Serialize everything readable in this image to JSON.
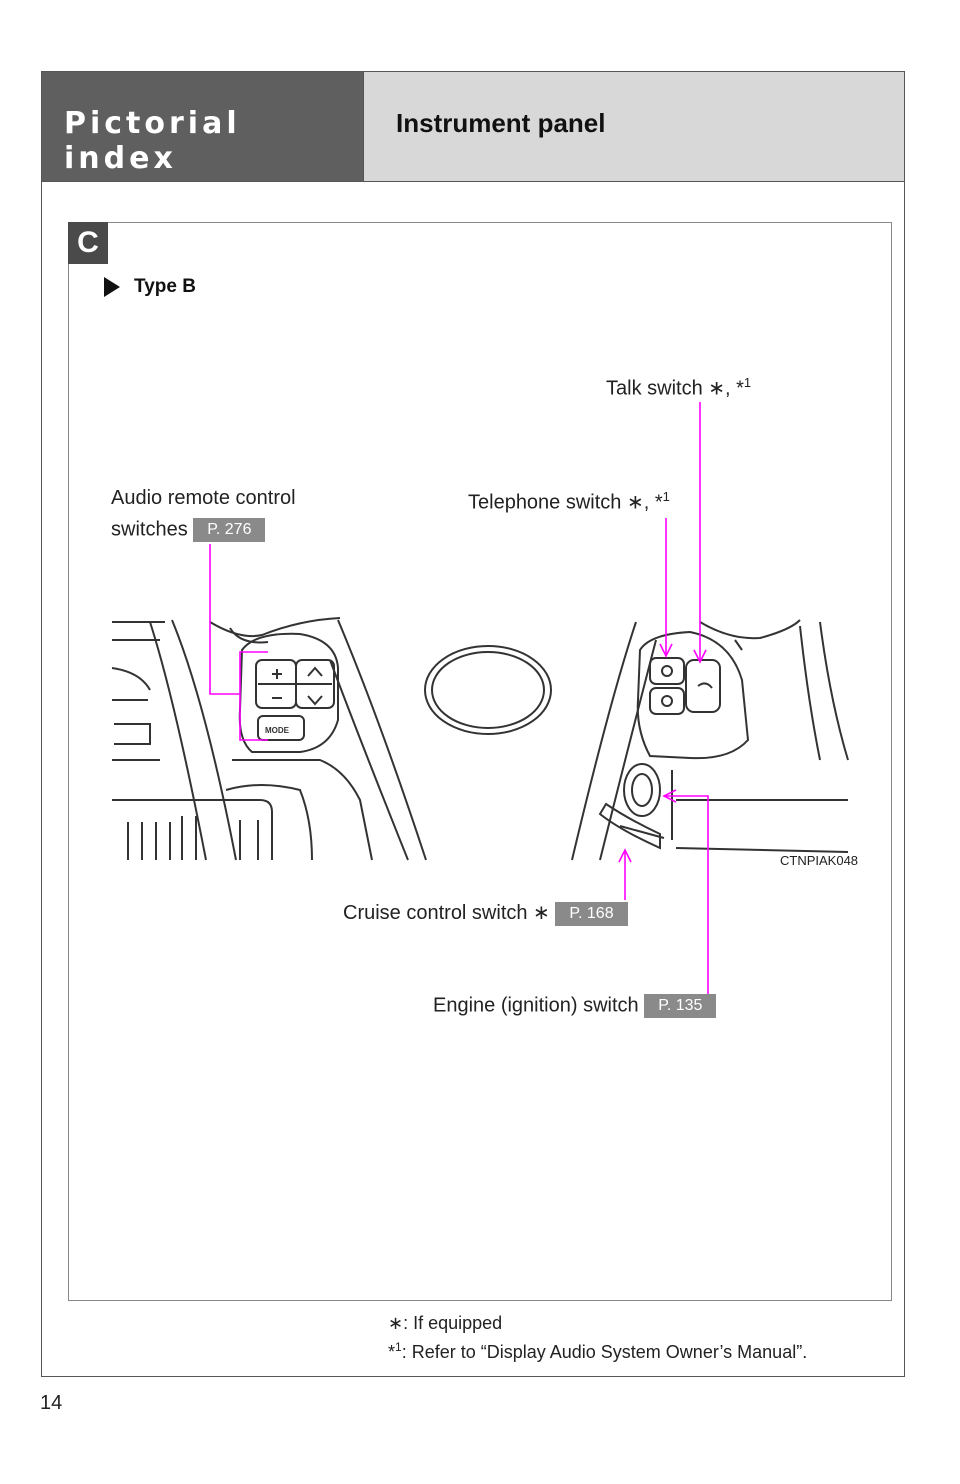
{
  "header": {
    "section": "Pictorial index",
    "title": "Instrument panel"
  },
  "section_badge": "C",
  "type_label": "Type B",
  "callouts": {
    "audio_line1": "Audio remote control",
    "audio_line2": "switches",
    "audio_ref": "P. 276",
    "talk": "Talk switch ∗, *",
    "talk_sup": "1",
    "telephone": "Telephone switch ∗, *",
    "telephone_sup": "1",
    "cruise": "Cruise control switch ∗",
    "cruise_ref": "P. 168",
    "engine": "Engine (ignition) switch",
    "engine_ref": "P. 135"
  },
  "figure_code": "CTNPIAK048",
  "button_mode": "MODE",
  "footnotes": {
    "equipped": "∗: If equipped",
    "ref_prefix": "*",
    "ref_sup": "1",
    "ref_text": ": Refer to “Display Audio System Owner’s Manual”."
  },
  "page_number": "14",
  "colors": {
    "leader": "#ff00ff",
    "header_dark": "#5f5f5f",
    "header_light": "#d8d8d8",
    "ref_badge": "#8a8a8a"
  }
}
